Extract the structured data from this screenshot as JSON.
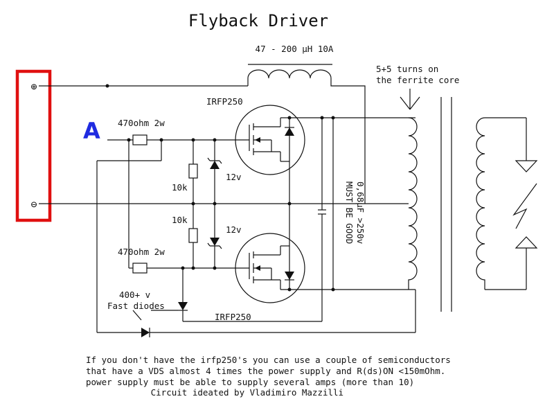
{
  "title": "Flyback Driver",
  "input_label": "A",
  "terminals": {
    "plus": "⊕",
    "minus": "⊖"
  },
  "inductor_label": "47 - 200 µH 10A",
  "winding_label_line1": "5+5 turns on",
  "winding_label_line2": "the ferrite core",
  "mosfet_top_label": "IRFP250",
  "mosfet_bottom_label": "IRFP250",
  "resistor_top_label": "470ohm 2w",
  "resistor_bottom_label": "470ohm 2w",
  "resistor_10k_top": "10k",
  "resistor_10k_bottom": "10k",
  "zener_top_label": "12v",
  "zener_bottom_label": "12v",
  "diodes_label_line1": "400+ v",
  "diodes_label_line2": "Fast diodes",
  "capacitor_label_line1": "0,68µF >250v",
  "capacitor_label_line2": "MUST BE GOOD",
  "notes": [
    "If you don't have the irfp250's you can use a couple of semiconductors",
    "that have a VDS almost 4 times the power supply and R(ds)ON <150mOhm.",
    "power supply must be able to supply several amps (more than 10)",
    "     Circuit ideated by Vladimiro Mazzilli"
  ],
  "colors": {
    "highlight_box": "#e01010",
    "input_label": "#1f2be0",
    "ink": "#111111"
  }
}
